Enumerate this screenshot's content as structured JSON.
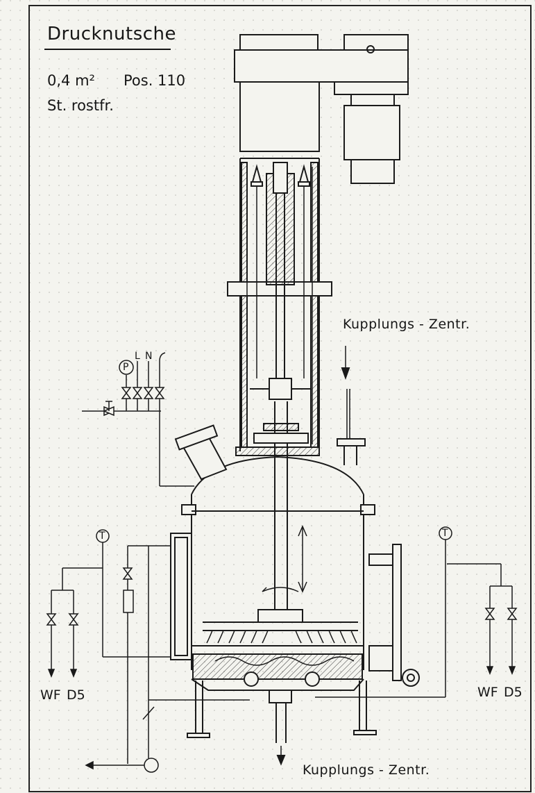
{
  "title": "Drucknutsche",
  "area": "0,4 m²",
  "position": "Pos. 110",
  "material": "St. rostfr.",
  "coupling_top": "Kupplungs - Zentr.",
  "coupling_bottom": "Kupplungs - Zentr.",
  "header_instruments": [
    "P",
    "L",
    "N"
  ],
  "thermometer_symbol": "T",
  "utilities_left": [
    "WF",
    "D5"
  ],
  "utilities_right": [
    "WF",
    "D5"
  ]
}
